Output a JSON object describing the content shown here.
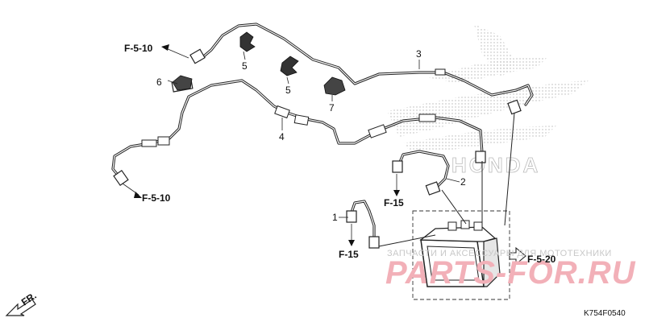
{
  "part_labels": {
    "p1": "1",
    "p2": "2",
    "p3": "3",
    "p4": "4",
    "p5a": "5",
    "p5b": "5",
    "p6": "6",
    "p7": "7"
  },
  "references": {
    "f510_top": "F-5-10",
    "f510_bottom": "F-5-10",
    "f15_upper": "F-15",
    "f15_lower": "F-15",
    "f520": "F-5-20",
    "front": "FR."
  },
  "diagram_code": "K754F0540",
  "watermark": {
    "tagline": "ЗАПЧАСТИ И АКСЕССУАРЫ ДЛЯ МОТОТЕХНИКИ",
    "brand": "PARTS-FOR.RU"
  },
  "logo_text": "HONDA",
  "colors": {
    "ink": "#222222",
    "watermark_red": "#f2b0b8",
    "watermark_grey": "#c8c8c8"
  }
}
